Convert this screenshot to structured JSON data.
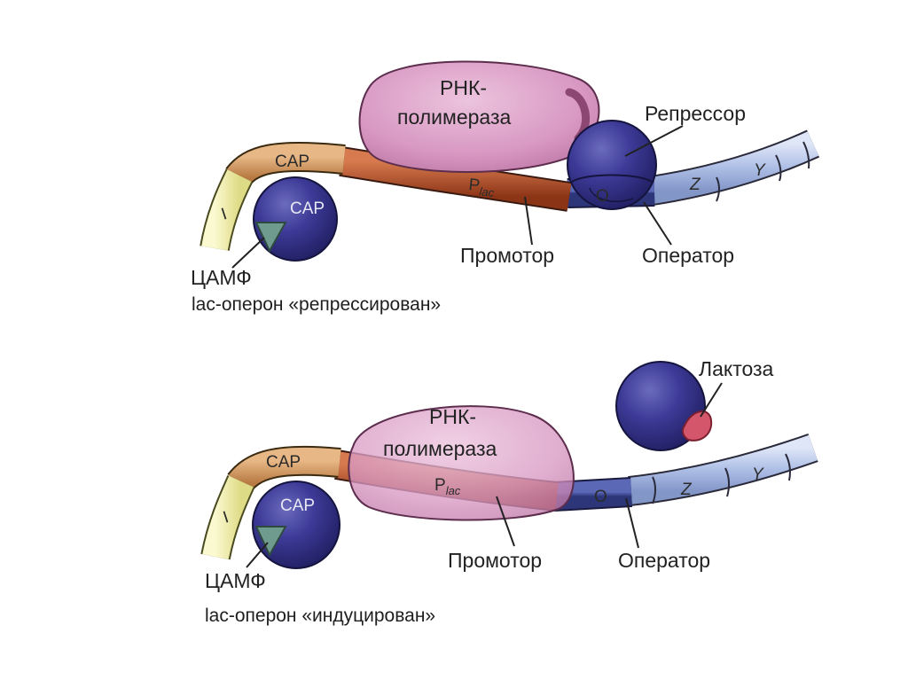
{
  "panels": [
    {
      "state": "repressed",
      "labels": {
        "rna_polymerase_line1": "РНК-",
        "rna_polymerase_line2": "полимераза",
        "repressor": "Репрессор",
        "cap_segment": "CAP",
        "cap_protein": "CAP",
        "i_gene": "I",
        "promoter_segment": "P",
        "promoter_sub": "lac",
        "operator_segment": "O",
        "z_gene": "Z",
        "y_gene": "Y",
        "camp": "ЦАМФ",
        "promoter": "Промотор",
        "operator": "Оператор"
      },
      "caption": "lac-оперон «репрессирован»"
    },
    {
      "state": "induced",
      "labels": {
        "rna_polymerase_line1": "РНК-",
        "rna_polymerase_line2": "полимераза",
        "lactose": "Лактоза",
        "cap_segment": "CAP",
        "cap_protein": "CAP",
        "i_gene": "I",
        "promoter_segment": "P",
        "promoter_sub": "lac",
        "operator_segment": "O",
        "z_gene": "Z",
        "y_gene": "Y",
        "camp": "ЦАМФ",
        "promoter": "Промотор",
        "operator": "Оператор"
      },
      "caption": "lac-оперон «индуцирован»"
    }
  ],
  "colors": {
    "i_gene": "#f3f0a8",
    "cap_site": "#d79c63",
    "promoter": "#b95532",
    "operator": "#3d4a98",
    "structural_genes": "#b9c7e8",
    "cap_protein": "#34308a",
    "repressor": "#34308a",
    "rna_polymerase": "#d88cbc",
    "camp": "#6f9b8e",
    "lactose": "#d4566b"
  }
}
